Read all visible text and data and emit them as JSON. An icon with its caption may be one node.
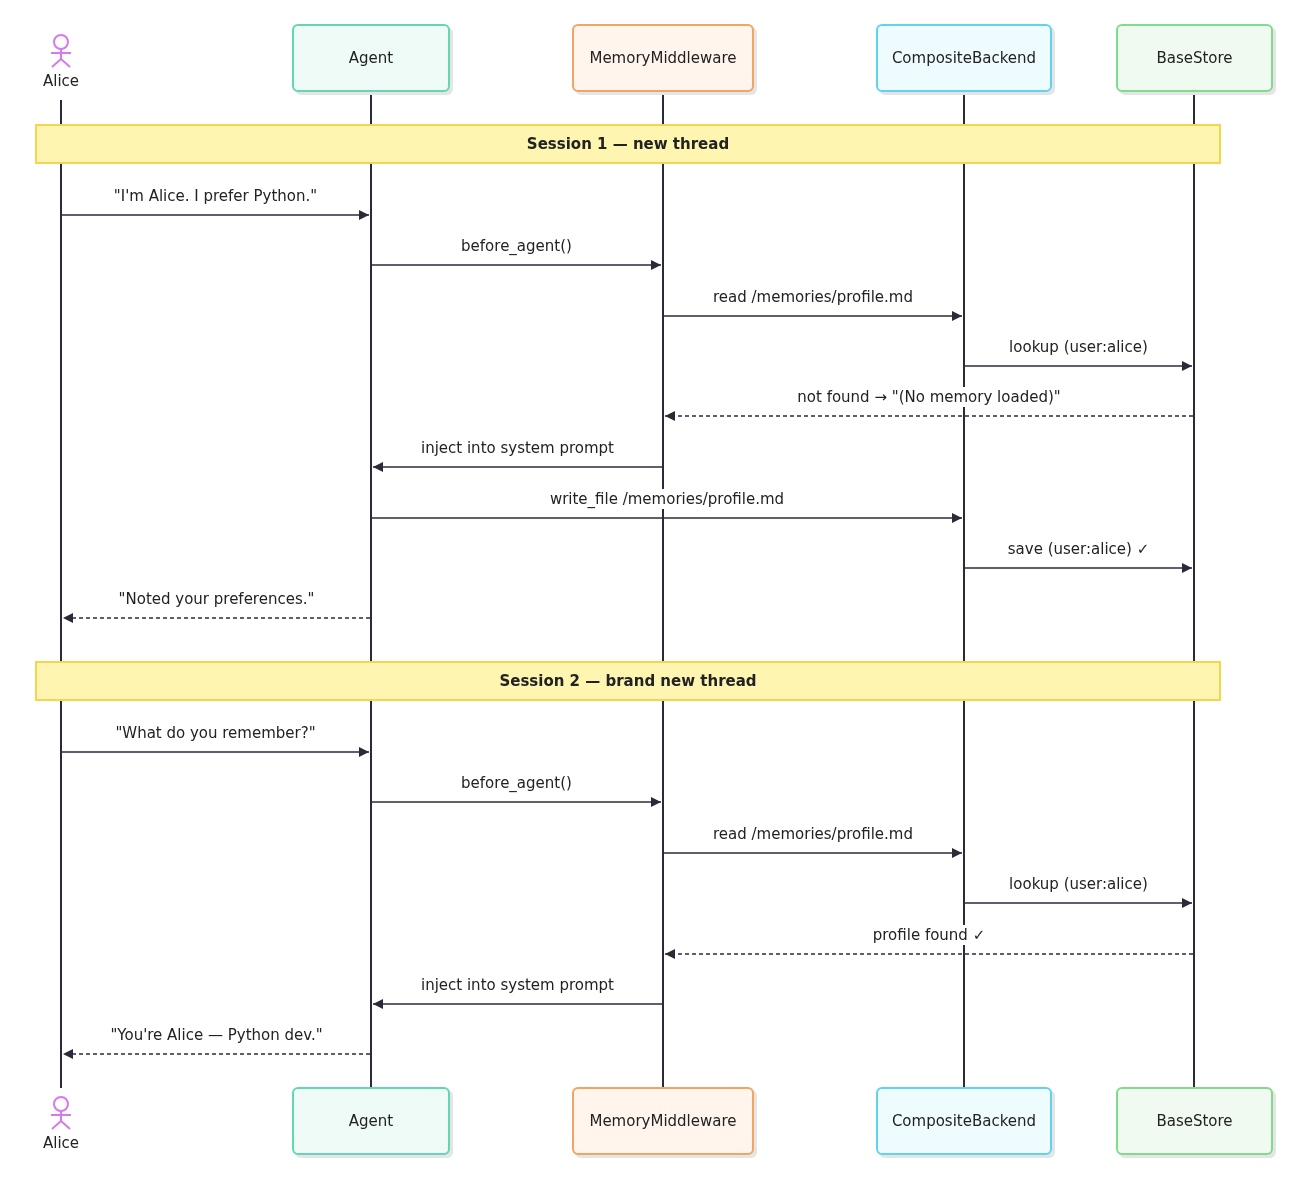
{
  "diagram": {
    "nodes": [
      {
        "text": [
          "Alice"
        ]
      },
      {
        "text": [
          "Agent"
        ]
      },
      {
        "text": [
          "MemoryMiddleware"
        ]
      },
      {
        "text": [
          "CompositeBackend"
        ]
      },
      {
        "text": [
          "BaseStore"
        ]
      },
      {
        "text": [],
        "shape": "line"
      },
      {
        "text": [],
        "shape": "line"
      },
      {
        "text": [],
        "shape": "line"
      },
      {
        "text": [],
        "shape": "line"
      },
      {
        "text": [],
        "shape": "line"
      },
      {
        "text": [
          "Session 1 — new thread"
        ]
      },
      {
        "text": [
          "Session 2 — brand new thread"
        ]
      },
      {
        "text": [
          "Alice"
        ]
      },
      {
        "text": [
          "Agent"
        ]
      },
      {
        "text": [
          "MemoryMiddleware"
        ]
      },
      {
        "text": [
          "CompositeBackend"
        ]
      },
      {
        "text": [
          "BaseStore"
        ]
      }
    ],
    "edges": [
      {
        "from": 5,
        "to": 6,
        "arrow": "to",
        "label": "\"I'm Alice. I prefer Python.\""
      },
      {
        "from": 6,
        "to": 7,
        "arrow": "to",
        "label": "before_agent()"
      },
      {
        "from": 7,
        "to": 8,
        "arrow": "to",
        "label": "read /memories/profile.md"
      },
      {
        "from": 8,
        "to": 9,
        "arrow": "to",
        "label": "lookup (user:alice)"
      },
      {
        "from": 9,
        "to": 7,
        "arrow": "to",
        "style": "dashed",
        "label": "not found → \"(No memory loaded)\""
      },
      {
        "from": 7,
        "to": 6,
        "arrow": "to",
        "label": "inject into system prompt"
      },
      {
        "from": 6,
        "to": 8,
        "arrow": "to",
        "label": "write_file /memories/profile.md"
      },
      {
        "from": 8,
        "to": 9,
        "arrow": "to",
        "label": "save (user:alice) ✓"
      },
      {
        "from": 6,
        "to": 5,
        "arrow": "to",
        "style": "dashed",
        "label": "\"Noted your preferences.\""
      },
      {
        "from": 5,
        "to": 6,
        "arrow": "to",
        "label": "\"What do you remember?\""
      },
      {
        "from": 6,
        "to": 7,
        "arrow": "to",
        "label": "before_agent()"
      },
      {
        "from": 7,
        "to": 8,
        "arrow": "to",
        "label": "read /memories/profile.md"
      },
      {
        "from": 8,
        "to": 9,
        "arrow": "to",
        "label": "lookup (user:alice)"
      },
      {
        "from": 9,
        "to": 7,
        "arrow": "to",
        "style": "dashed",
        "label": "profile found ✓"
      },
      {
        "from": 7,
        "to": 6,
        "arrow": "to",
        "label": "inject into system prompt"
      },
      {
        "from": 6,
        "to": 5,
        "arrow": "to",
        "style": "dashed",
        "label": "\"You're Alice — Python dev.\""
      }
    ]
  }
}
